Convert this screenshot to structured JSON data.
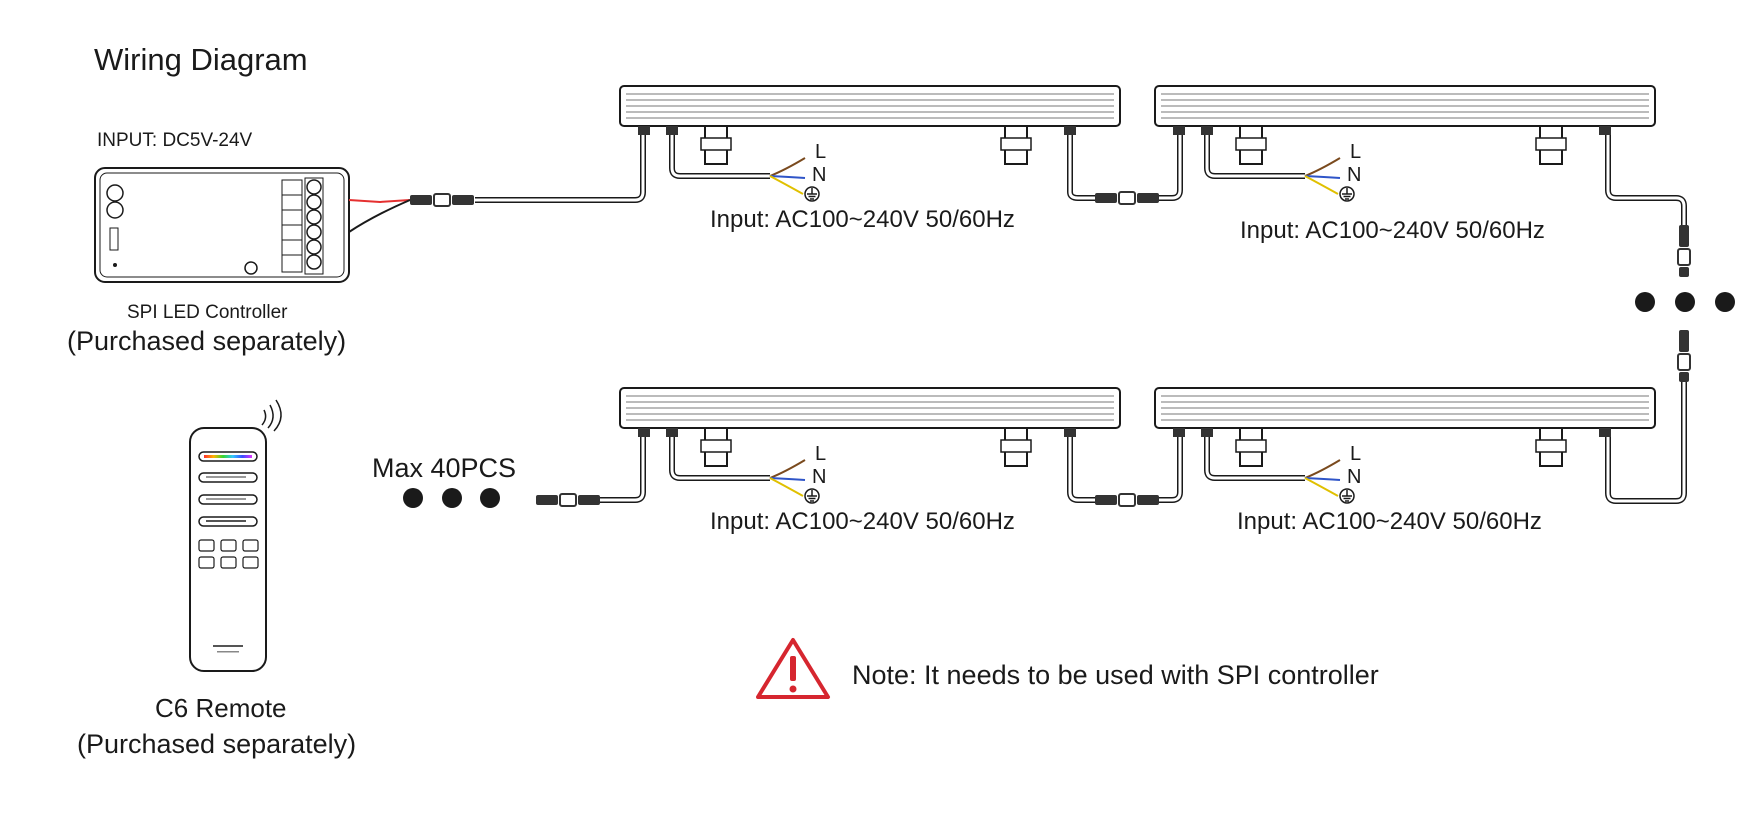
{
  "title": "Wiring Diagram",
  "controller": {
    "input_label": "INPUT: DC5V-24V",
    "name": "SPI LED Controller",
    "note": "(Purchased separately)"
  },
  "remote": {
    "name": "C6 Remote",
    "note": "(Purchased separately)"
  },
  "chain": {
    "max_label": "Max 40PCS"
  },
  "wire_labels": {
    "live": "L",
    "neutral": "N"
  },
  "fixtures": [
    {
      "input": "Input: AC100~240V  50/60Hz"
    },
    {
      "input": "Input: AC100~240V  50/60Hz"
    },
    {
      "input": "Input: AC100~240V  50/60Hz"
    },
    {
      "input": "Input: AC100~240V  50/60Hz"
    }
  ],
  "note": {
    "text": "Note: It needs to be used with SPI controller",
    "icon": "warning-triangle-icon"
  },
  "colors": {
    "line": "#1a1a1a",
    "warning": "#d6262f",
    "wire_live": "#7a4a1e",
    "wire_neutral": "#2f55c8",
    "wire_earth": "#e0c000",
    "wire_red": "#e53030"
  }
}
